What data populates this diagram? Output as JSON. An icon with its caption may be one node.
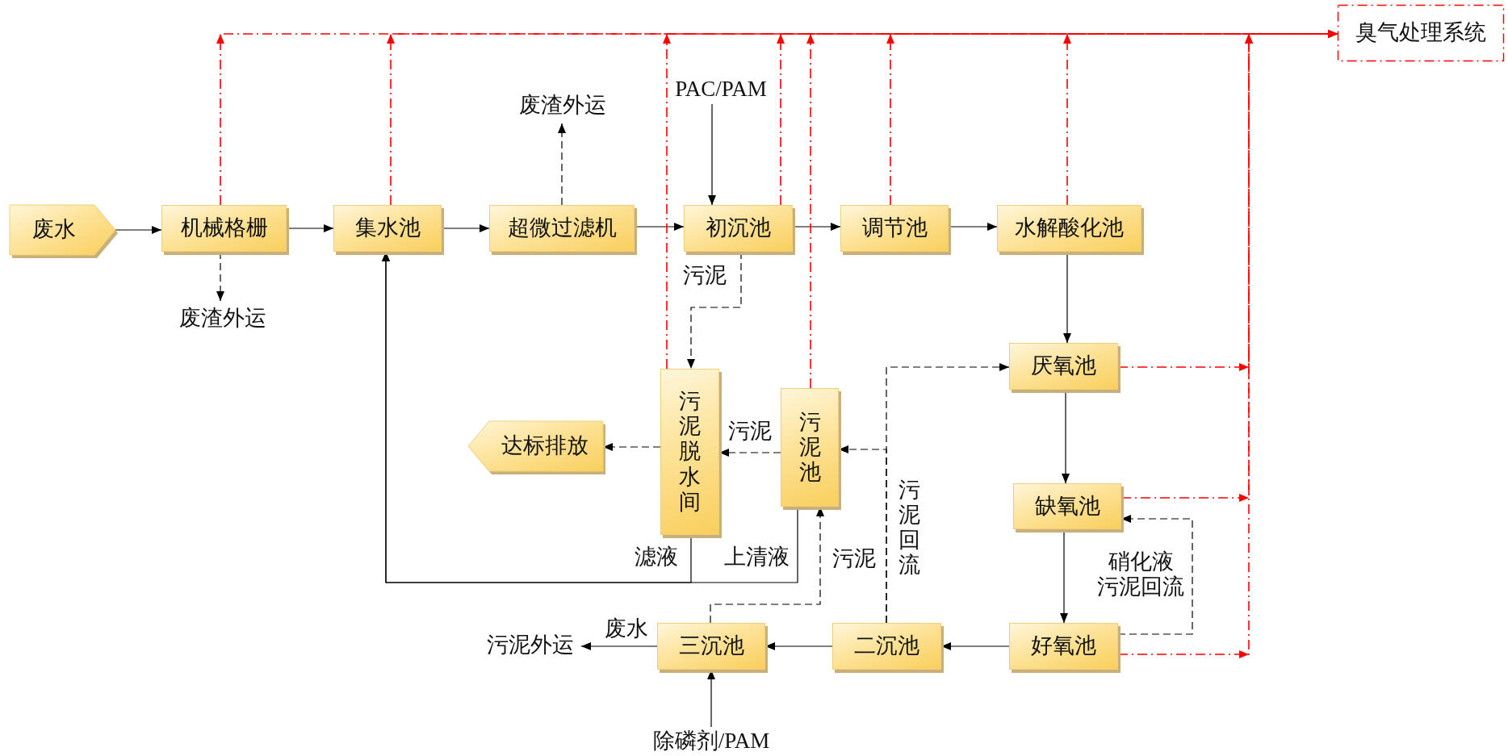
{
  "diagram": {
    "nodes": [
      {
        "text": [
          "废水"
        ]
      },
      {
        "text": [
          "机械格栅"
        ]
      },
      {
        "text": [
          "集水池"
        ]
      },
      {
        "text": [
          "超微过滤机"
        ]
      },
      {
        "text": [
          "初沉池"
        ]
      },
      {
        "text": [
          "调节池"
        ]
      },
      {
        "text": [
          "水解酸化池"
        ]
      },
      {
        "text": [
          "厌氧池"
        ]
      },
      {
        "text": [
          "缺氧池"
        ]
      },
      {
        "text": [
          "好氧池"
        ]
      },
      {
        "text": [
          "二沉池"
        ]
      },
      {
        "text": [
          "三沉池"
        ]
      },
      {
        "text": [
          "污泥池"
        ]
      },
      {
        "text": [
          "污泥脱水间"
        ]
      },
      {
        "text": [
          "达标排放"
        ]
      },
      {
        "text": [
          "臭气处理系统"
        ]
      },
      {
        "text": [
          "废渣外运"
        ]
      },
      {
        "text": [
          "废渣外运"
        ]
      },
      {
        "text": [
          "PAC/PAM"
        ]
      },
      {
        "text": [
          "除磷剂/PAM"
        ]
      },
      {
        "text": [
          "污泥外运"
        ]
      }
    ],
    "edges": [
      {
        "from": 0,
        "to": 1,
        "arrow": "to"
      },
      {
        "from": 1,
        "to": 2,
        "arrow": "to"
      },
      {
        "from": 2,
        "to": 3,
        "arrow": "to"
      },
      {
        "from": 3,
        "to": 4,
        "arrow": "to"
      },
      {
        "from": 4,
        "to": 5,
        "arrow": "to"
      },
      {
        "from": 5,
        "to": 6,
        "arrow": "to"
      },
      {
        "from": 6,
        "to": 7,
        "arrow": "to"
      },
      {
        "from": 7,
        "to": 8,
        "arrow": "to"
      },
      {
        "from": 8,
        "to": 9,
        "arrow": "to"
      },
      {
        "from": 9,
        "to": 10,
        "arrow": "to"
      },
      {
        "from": 10,
        "to": 11,
        "arrow": "to"
      },
      {
        "from": 11,
        "to": 20,
        "arrow": "to",
        "label": "废水"
      },
      {
        "from": 19,
        "to": 11,
        "arrow": "to"
      },
      {
        "from": 18,
        "to": 4,
        "arrow": "to"
      },
      {
        "from": 1,
        "to": 16,
        "arrow": "to",
        "style": "dashed"
      },
      {
        "from": 3,
        "to": 17,
        "arrow": "to",
        "style": "dashed"
      },
      {
        "from": 4,
        "to": 13,
        "arrow": "to",
        "style": "dashed",
        "label": "污泥"
      },
      {
        "from": 12,
        "to": 13,
        "arrow": "to",
        "style": "dashed",
        "label": "污泥"
      },
      {
        "from": 13,
        "to": 14,
        "arrow": "to",
        "style": "dashed"
      },
      {
        "from": 10,
        "to": 7,
        "arrow": "to",
        "style": "dashed",
        "label": "污泥回流"
      },
      {
        "from": 10,
        "to": 12,
        "arrow": "to",
        "style": "dashed"
      },
      {
        "from": 11,
        "to": 12,
        "arrow": "to",
        "style": "dashed",
        "label": "污泥"
      },
      {
        "from": 9,
        "to": 8,
        "arrow": "to",
        "style": "dashed",
        "label": "硝化液污泥回流"
      },
      {
        "from": 13,
        "to": 2,
        "arrow": "to",
        "label": "滤液"
      },
      {
        "from": 12,
        "to": 2,
        "arrow": "to",
        "label": "上清液"
      },
      {
        "from": 1,
        "to": 15,
        "arrow": "to",
        "style": "dashed",
        "color": "#ff0000"
      },
      {
        "from": 2,
        "to": 15,
        "arrow": "to",
        "style": "dashed",
        "color": "#ff0000"
      },
      {
        "from": 13,
        "to": 15,
        "arrow": "to",
        "style": "dashed",
        "color": "#ff0000"
      },
      {
        "from": 4,
        "to": 15,
        "arrow": "to",
        "style": "dashed",
        "color": "#ff0000"
      },
      {
        "from": 12,
        "to": 15,
        "arrow": "to",
        "style": "dashed",
        "color": "#ff0000"
      },
      {
        "from": 5,
        "to": 15,
        "arrow": "to",
        "style": "dashed",
        "color": "#ff0000"
      },
      {
        "from": 6,
        "to": 15,
        "arrow": "to",
        "style": "dashed",
        "color": "#ff0000"
      },
      {
        "from": 7,
        "to": 15,
        "arrow": "to",
        "style": "dashed",
        "color": "#ff0000"
      },
      {
        "from": 8,
        "to": 15,
        "arrow": "to",
        "style": "dashed",
        "color": "#ff0000"
      },
      {
        "from": 9,
        "to": 15,
        "arrow": "to",
        "style": "dashed",
        "color": "#ff0000"
      }
    ]
  }
}
